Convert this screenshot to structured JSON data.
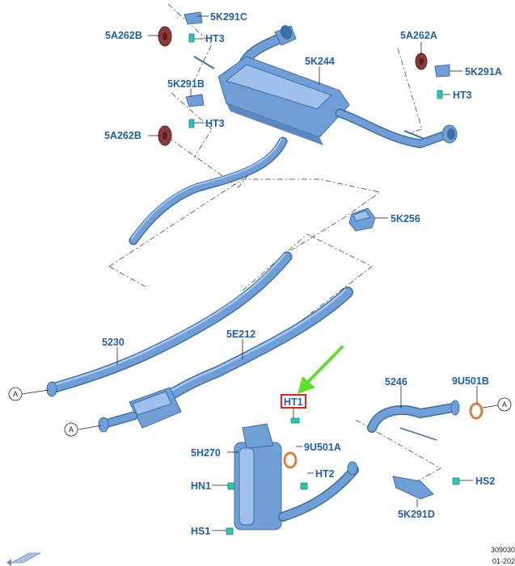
{
  "labels": {
    "5A262B_top": "5A262B",
    "5K291C": "5K291C",
    "HT3_top": "HT3",
    "5K244": "5K244",
    "5A262A": "5A262A",
    "5K291A": "5K291A",
    "HT3_right": "HT3",
    "5K291B": "5K291B",
    "HT3_mid": "HT3",
    "5A262B_mid": "5A262B",
    "5K256": "5K256",
    "5230": "5230",
    "5E212": "5E212",
    "HT1": "HT1",
    "5246": "5246",
    "9U501B": "9U501B",
    "5H270": "5H270",
    "9U501A": "9U501A",
    "HN1": "HN1",
    "HT2": "HT2",
    "HS2": "HS2",
    "5K291D": "5K291D",
    "HS1": "HS1"
  },
  "connectors": {
    "A_left_upper": "A",
    "A_left_lower": "A",
    "A_right": "A"
  },
  "reference": {
    "line1": "309030",
    "line2": "01-202"
  },
  "colors": {
    "label": "#1f5fa8",
    "part": "#6f9fd6",
    "highlight_box": "#e0241c",
    "arrow": "#5ee02a"
  }
}
